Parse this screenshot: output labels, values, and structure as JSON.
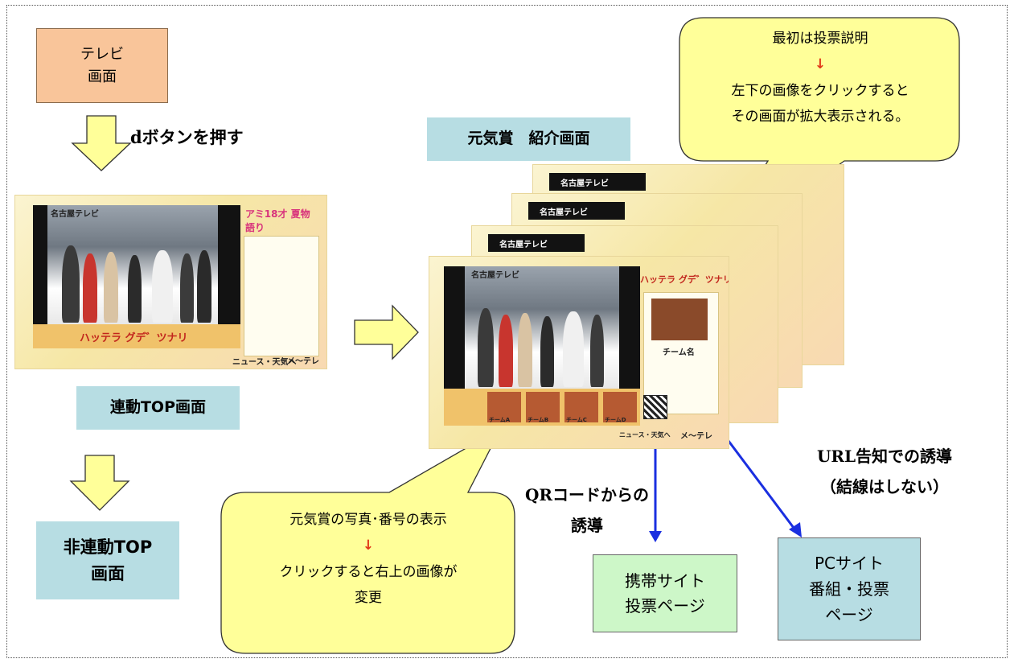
{
  "boxes": {
    "tv_screen": [
      "テレビ",
      "画面"
    ],
    "linked_top": "連動TOP画面",
    "unlinked_top": [
      "非連動TOP",
      "画面"
    ],
    "genki_intro": "元気賞　紹介画面",
    "mobile_site": [
      "携帯サイト",
      "投票ページ"
    ],
    "pc_site": [
      "PCサイト",
      "番組・投票",
      "ページ"
    ]
  },
  "labels": {
    "d_button": "dボタンを押す",
    "qr_guidance": [
      "QRコードからの",
      "誘導"
    ],
    "url_guidance": [
      "URL告知での誘導",
      "（結線はしない）"
    ]
  },
  "callouts": {
    "top_right": {
      "line1": "最初は投票説明",
      "arrow": "↓",
      "line2": "左下の画像をクリックすると",
      "line3": "その画面が拡大表示される。"
    },
    "bottom_left": {
      "line1": "元気賞の写真･番号の表示",
      "arrow": "↓",
      "line2": "クリックすると右上の画像が",
      "line3": "変更"
    }
  },
  "screen_text": {
    "channel": "名古屋テレビ",
    "show_title": "ハッテラ グデ゛ツナリ",
    "ami_title": "アミ18才 夏物語り",
    "footer_news": "ニュース・天気へ",
    "footer_logo": "メ〜テレ",
    "team_name": "チーム名",
    "teams": [
      "チームA",
      "チームB",
      "チームC",
      "チームD"
    ]
  },
  "colors": {
    "accent_yellow": "#ffff99",
    "label_blue": "#b7dde3",
    "orange": "#f9c59a",
    "green": "#cdf7c8",
    "link_blue": "#1a2fe0",
    "arrow_red": "#e23b1a"
  }
}
